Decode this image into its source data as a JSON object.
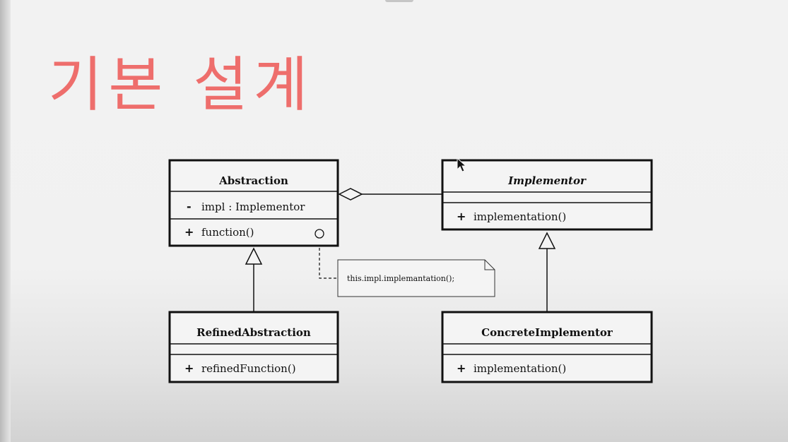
{
  "slide": {
    "title": "기본 설계"
  },
  "diagram": {
    "classes": {
      "abstraction": {
        "name": "Abstraction",
        "attributes": [
          {
            "visibility": "-",
            "text": "impl : Implementor"
          }
        ],
        "operations": [
          {
            "visibility": "+",
            "text": "function()"
          }
        ]
      },
      "implementor": {
        "name": "Implementor",
        "italic": true,
        "attributes": [],
        "operations": [
          {
            "visibility": "+",
            "text": "implementation()"
          }
        ]
      },
      "refined_abstraction": {
        "name": "RefinedAbstraction",
        "attributes": [],
        "operations": [
          {
            "visibility": "+",
            "text": "refinedFunction()"
          }
        ]
      },
      "concrete_implementor": {
        "name": "ConcreteImplementor",
        "attributes": [],
        "operations": [
          {
            "visibility": "+",
            "text": "implementation()"
          }
        ]
      }
    },
    "note": {
      "text": "this.impl.implemantation();"
    },
    "relations": [
      {
        "type": "aggregation",
        "from": "abstraction",
        "to": "implementor"
      },
      {
        "type": "generalization",
        "from": "refined_abstraction",
        "to": "abstraction"
      },
      {
        "type": "generalization",
        "from": "concrete_implementor",
        "to": "implementor"
      },
      {
        "type": "note-anchor",
        "from": "note",
        "to": "abstraction.operations.0"
      }
    ]
  }
}
